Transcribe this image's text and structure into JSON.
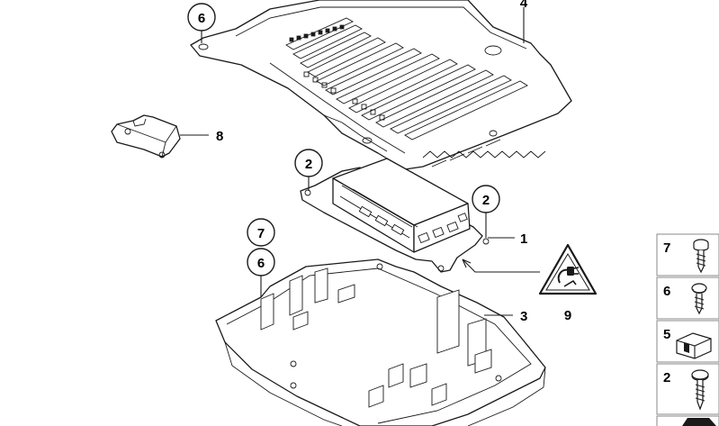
{
  "diagram": {
    "callouts": {
      "part1": "1",
      "part2_left": "2",
      "part2_right": "2",
      "part3": "3",
      "part4": "4",
      "part6_top": "6",
      "part6_tray": "6",
      "part7_tray": "7",
      "part8": "8",
      "part9": "9"
    },
    "legend": [
      {
        "number": "7",
        "icon": "screw-with-washer-icon"
      },
      {
        "number": "6",
        "icon": "short-screw-icon"
      },
      {
        "number": "5",
        "icon": "clip-nut-icon"
      },
      {
        "number": "2",
        "icon": "self-tapping-screw-icon"
      }
    ],
    "colors": {
      "line": "#1a1a1a",
      "tile_border": "#8a8a8a",
      "background": "#ffffff"
    }
  }
}
